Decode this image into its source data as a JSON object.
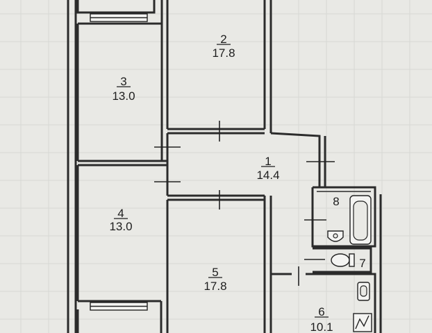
{
  "rooms": [
    {
      "id": "1",
      "number": "1",
      "area": "14.4"
    },
    {
      "id": "2",
      "number": "2",
      "area": "17.8"
    },
    {
      "id": "3",
      "number": "3",
      "area": "13.0"
    },
    {
      "id": "4",
      "number": "4",
      "area": "13.0"
    },
    {
      "id": "5",
      "number": "5",
      "area": "17.8"
    },
    {
      "id": "6",
      "number": "6",
      "area": "10.1"
    },
    {
      "id": "7",
      "number": "7",
      "area": ""
    },
    {
      "id": "8",
      "number": "8",
      "area": ""
    }
  ],
  "fixtures": [
    "bathtub-icon",
    "washbasin-icon",
    "toilet-icon",
    "sink-icon",
    "stove-icon"
  ],
  "colors": {
    "paper": "#e9e9e5",
    "wall": "#2b2b2b",
    "grid": "#d6d8d4"
  }
}
